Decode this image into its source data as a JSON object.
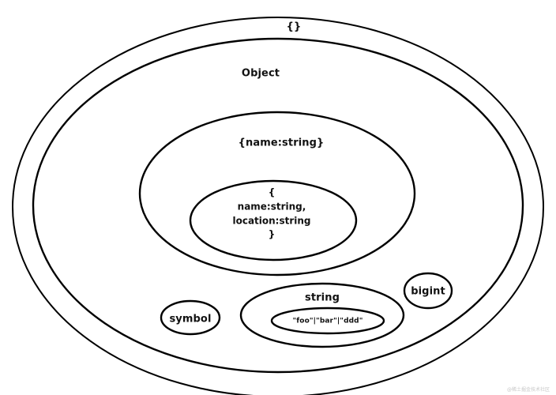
{
  "diagram": {
    "style": {
      "background": "#ffffff",
      "stroke": "#000000",
      "text": "#111111",
      "watermark": "#c7c7c7"
    },
    "labels": {
      "outer": "{}",
      "object": "Object",
      "name_type": "{name:string}",
      "detail_lines": [
        "{",
        "name:string,",
        "location:string",
        "}"
      ],
      "string": "string",
      "literals": "\"foo\"|\"bar\"|\"ddd\"",
      "symbol": "symbol",
      "bigint": "bigint"
    },
    "watermark": "@稀土掘金技术社区"
  }
}
